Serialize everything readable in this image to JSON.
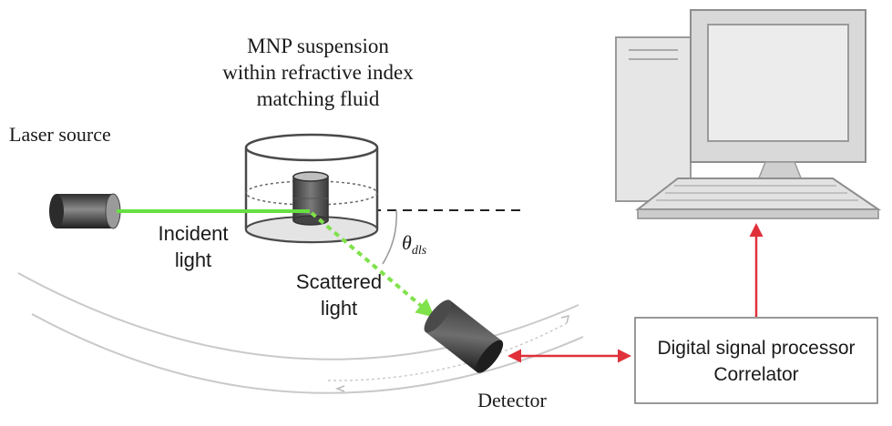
{
  "labels": {
    "suspension_line1": "MNP suspension",
    "suspension_line2": "within refractive index",
    "suspension_line3": "matching fluid",
    "laser_source": "Laser source",
    "incident_line1": "Incident",
    "incident_line2": "light",
    "scattered_line1": "Scattered",
    "scattered_line2": "light",
    "angle_symbol": "θ",
    "angle_subscript": "dls",
    "detector": "Detector",
    "processor_line1": "Digital signal processor",
    "processor_line2": "Correlator"
  },
  "colors": {
    "incident_beam": "#66e040",
    "scattered_beam": "#7fe24a",
    "signal_arrow": "#e0303a",
    "outline": "#4a4a4a"
  }
}
